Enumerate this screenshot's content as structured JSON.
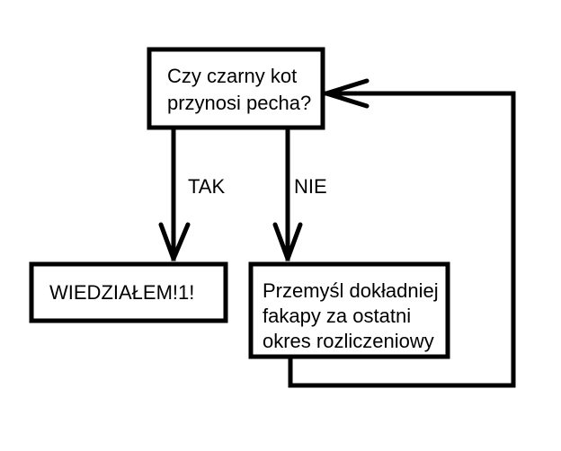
{
  "nodes": {
    "question": {
      "lines": [
        "Czy czarny kot",
        "przynosi pecha?"
      ]
    },
    "yes_result": {
      "lines": [
        "WIEDZIAŁEM!1!"
      ]
    },
    "no_action": {
      "lines": [
        "Przemyśl dokładniej",
        "fakapy za ostatni",
        "okres rozliczeniowy"
      ]
    }
  },
  "edges": {
    "yes_label": "TAK",
    "no_label": "NIE"
  },
  "colors": {
    "stroke": "#000000",
    "background": "#ffffff"
  }
}
